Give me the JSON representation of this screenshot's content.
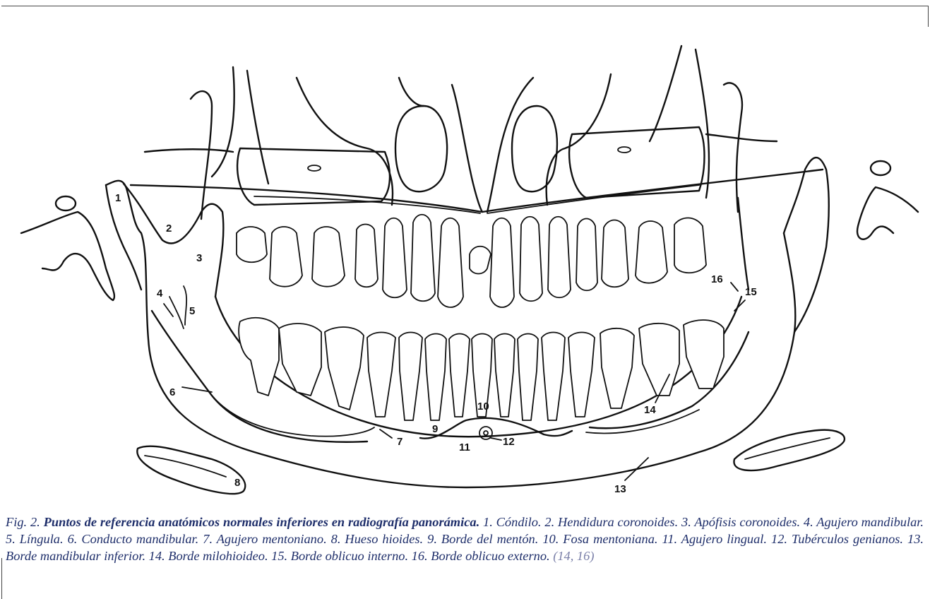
{
  "figure": {
    "labels": [
      "1",
      "2",
      "3",
      "4",
      "5",
      "6",
      "7",
      "8",
      "9",
      "10",
      "11",
      "12",
      "13",
      "14",
      "15",
      "16"
    ]
  },
  "caption": {
    "fig_number": "Fig. 2. ",
    "title": "Puntos de referencia anatómicos normales inferiores en radiografía panorámica.",
    "body": " 1. Cóndilo. 2. Hendidura coronoides. 3. Apófisis coronoides. 4. Agujero mandibular. 5. Língula. 6. Conducto mandibular. 7. Agujero mentoniano. 8. Hueso hioides. 9. Borde del mentón. 10. Fosa mentoniana. 11. Agujero lingual. 12. Tubérculos genianos. 13. Borde mandibular inferior. 14. Borde milohioideo. 15. Borde oblicuo interno. 16. Borde oblicuo externo. ",
    "reference": "(14, 16)"
  }
}
